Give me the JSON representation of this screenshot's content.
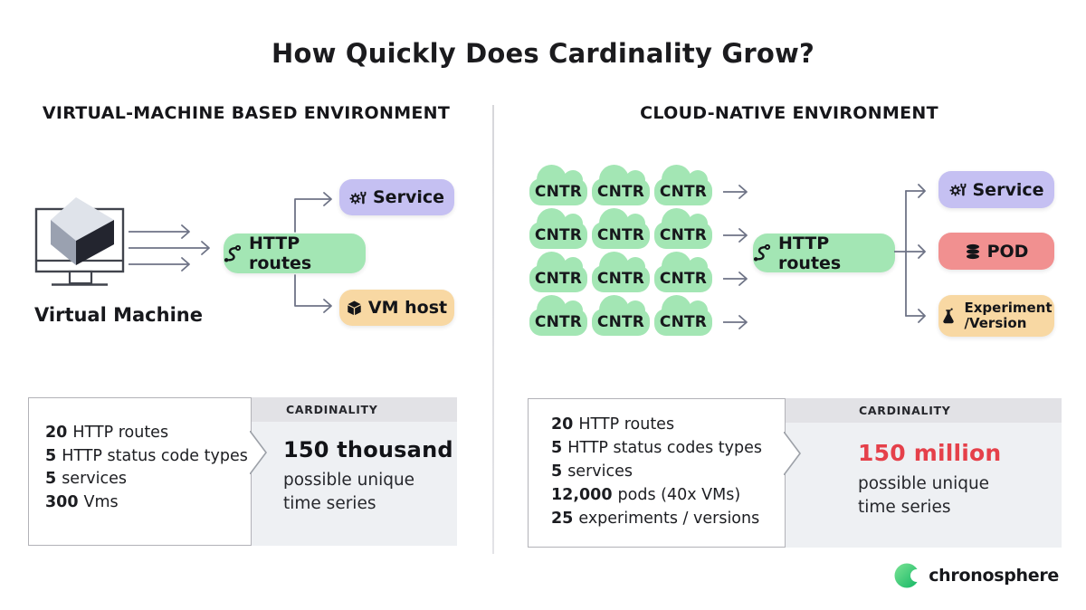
{
  "title": "How Quickly Does Cardinality Grow?",
  "left": {
    "header": "VIRTUAL-MACHINE BASED ENVIRONMENT",
    "vm_label": "Virtual Machine",
    "pills": {
      "http_routes": "HTTP routes",
      "service": "Service",
      "vm_host": "VM host"
    },
    "stats": [
      {
        "num": "20",
        "text": "HTTP routes"
      },
      {
        "num": "5",
        "text": "HTTP status code types"
      },
      {
        "num": "5",
        "text": "services"
      },
      {
        "num": "300",
        "text": "Vms"
      }
    ],
    "cardinality": {
      "label": "CARDINALITY",
      "value": "150 thousand",
      "desc_line1": "possible unique",
      "desc_line2": "time series"
    }
  },
  "right": {
    "header": "CLOUD-NATIVE ENVIRONMENT",
    "container_label": "CNTR",
    "pills": {
      "http_routes": "HTTP routes",
      "service": "Service",
      "pod": "POD",
      "experiment_line1": "Experiment",
      "experiment_line2": "/Version"
    },
    "stats": [
      {
        "num": "20",
        "text": "HTTP routes"
      },
      {
        "num": "5",
        "text": "HTTP status codes types"
      },
      {
        "num": "5",
        "text": "services"
      },
      {
        "num": "12,000",
        "text": "pods (40x VMs)"
      },
      {
        "num": "25",
        "text": "experiments / versions"
      }
    ],
    "cardinality": {
      "label": "CARDINALITY",
      "value": "150 million",
      "desc_line1": "possible unique",
      "desc_line2": "time series"
    }
  },
  "logo": {
    "text": "chronosphere"
  },
  "colors": {
    "pill_green": "#a3e6b4",
    "pill_purple": "#c5c0f2",
    "pill_peach": "#f8d8a3",
    "pill_salmon": "#f19090",
    "cardinality_red": "#e5404a",
    "panel_header_gray": "#e2e2e6",
    "panel_body_gray": "#eef0f3",
    "arrow_gray": "#6e7386",
    "logo_green": "#2bc56d"
  }
}
